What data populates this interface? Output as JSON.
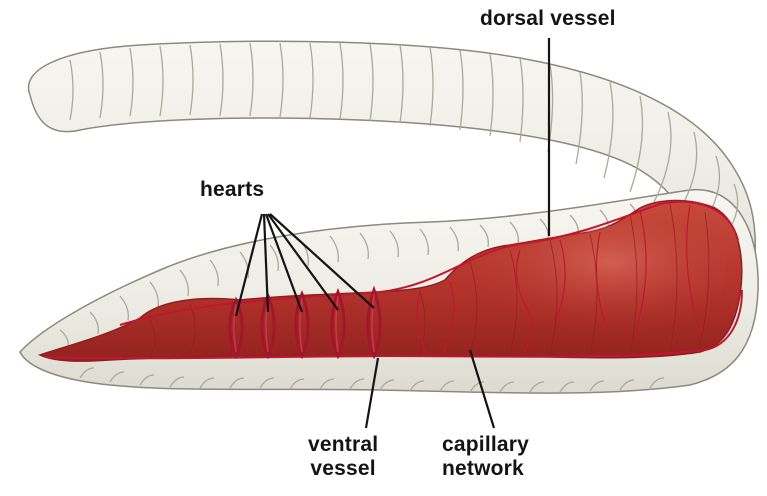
{
  "figure": {
    "labels": {
      "dorsal_vessel": "dorsal vessel",
      "hearts": "hearts",
      "ventral_vessel_line1": "ventral",
      "ventral_vessel_line2": "vessel",
      "capillary_line1": "capillary",
      "capillary_line2": "network"
    },
    "colors": {
      "body_fill": "#f1f0ea",
      "body_outline": "#8a8a7e",
      "segment_stroke": "#a9a99c",
      "organ_fill": "#b8372f",
      "organ_dark": "#8e1f1e",
      "organ_light": "#d0594a",
      "vessel": "#c0172e",
      "pointer_line": "#141414"
    },
    "heart_count": 5
  }
}
